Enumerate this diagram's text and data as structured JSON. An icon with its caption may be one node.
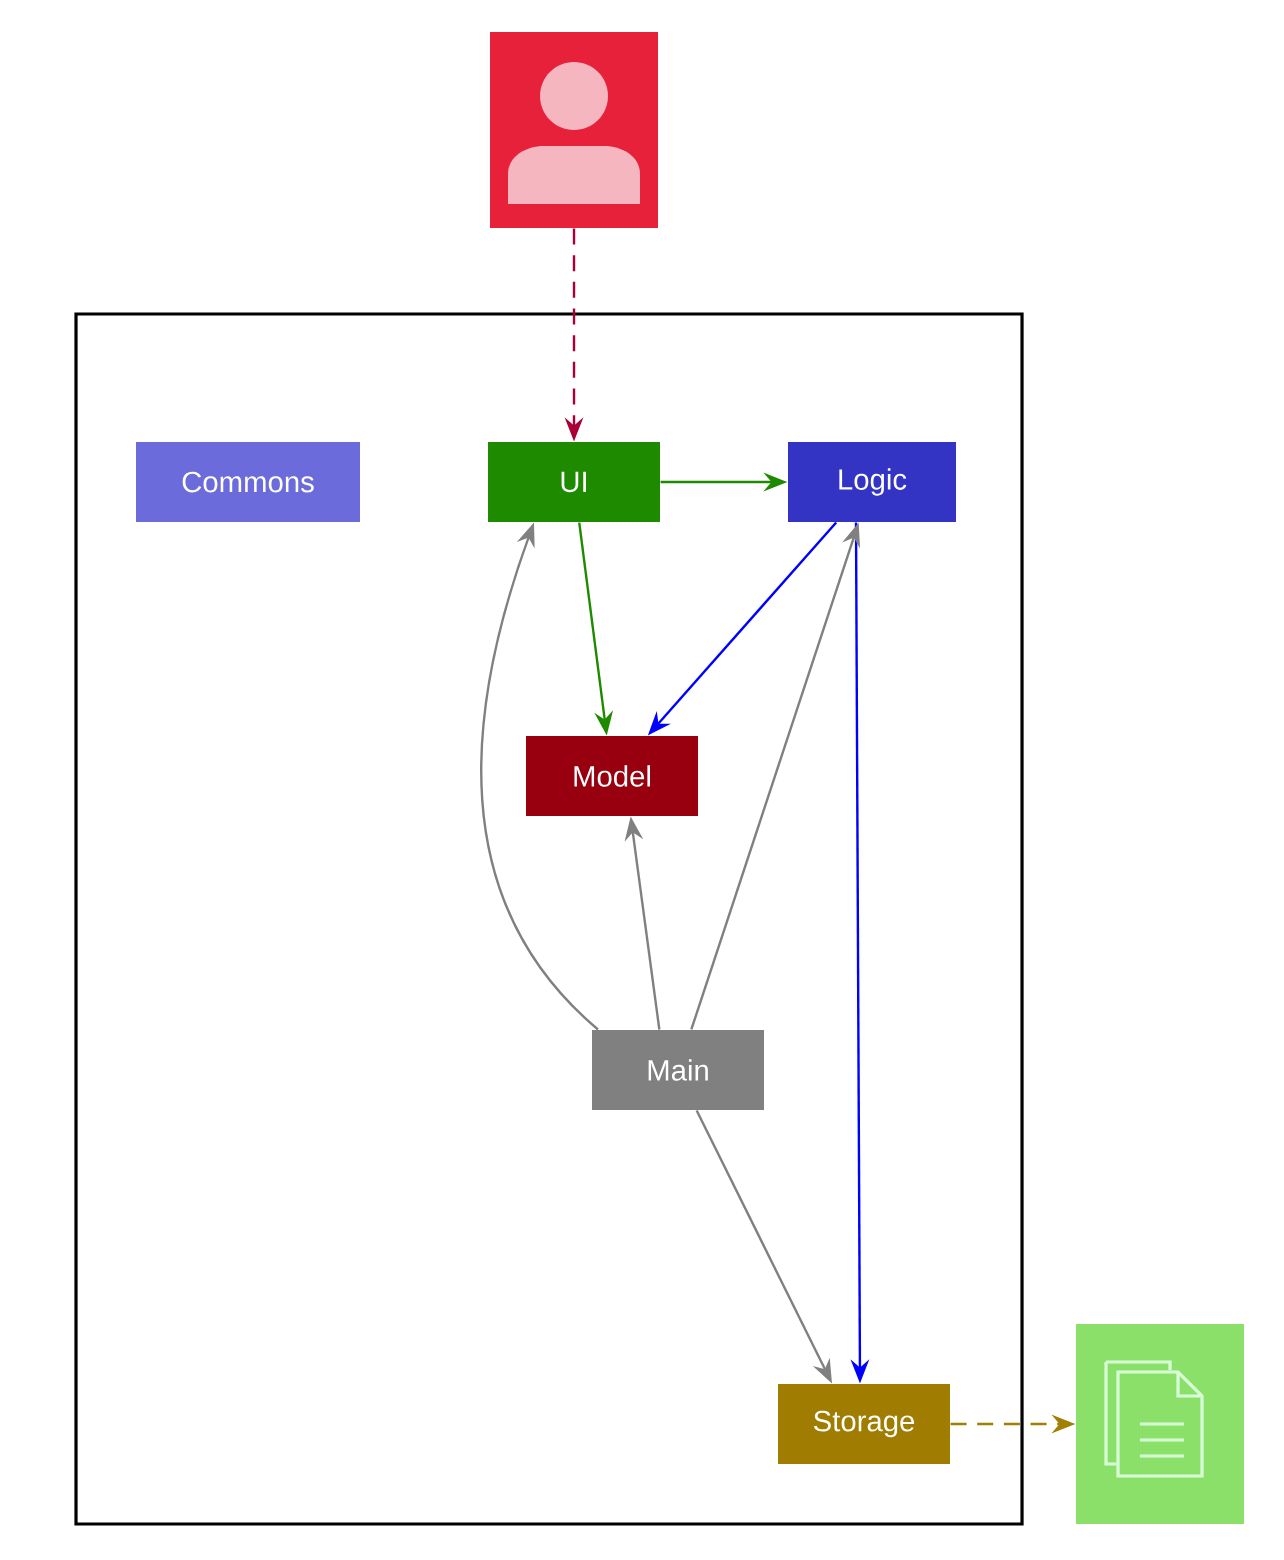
{
  "diagram": {
    "nodes": [
      {
        "text": [],
        "shape": "person"
      },
      {
        "text": [],
        "shape": "box"
      },
      {
        "text": [
          "Commons"
        ],
        "in": 1
      },
      {
        "text": [
          "UI"
        ],
        "in": 1
      },
      {
        "text": [
          "Logic"
        ],
        "in": 1
      },
      {
        "text": [
          "Model"
        ],
        "in": 1
      },
      {
        "text": [
          "Main"
        ],
        "in": 1
      },
      {
        "text": [
          "Storage"
        ],
        "in": 1
      },
      {
        "text": [],
        "shape": "document"
      }
    ],
    "edges": [
      {
        "from": 0,
        "to": 3,
        "arrow": "to",
        "style": "dashed",
        "color": "#a80036"
      },
      {
        "from": 3,
        "to": 4,
        "arrow": "to",
        "color": "#1e8a00"
      },
      {
        "from": 3,
        "to": 5,
        "arrow": "to",
        "color": "#1e8a00"
      },
      {
        "from": 4,
        "to": 5,
        "arrow": "to",
        "color": "#0000ff"
      },
      {
        "from": 4,
        "to": 7,
        "arrow": "to",
        "color": "#0000ff"
      },
      {
        "from": 6,
        "to": 3,
        "arrow": "to"
      },
      {
        "from": 6,
        "to": 5,
        "arrow": "to"
      },
      {
        "from": 6,
        "to": 4,
        "arrow": "to"
      },
      {
        "from": 6,
        "to": 7,
        "arrow": "to"
      },
      {
        "from": 7,
        "to": 8,
        "arrow": "to",
        "style": "dashed",
        "color": "#a08000"
      }
    ]
  }
}
